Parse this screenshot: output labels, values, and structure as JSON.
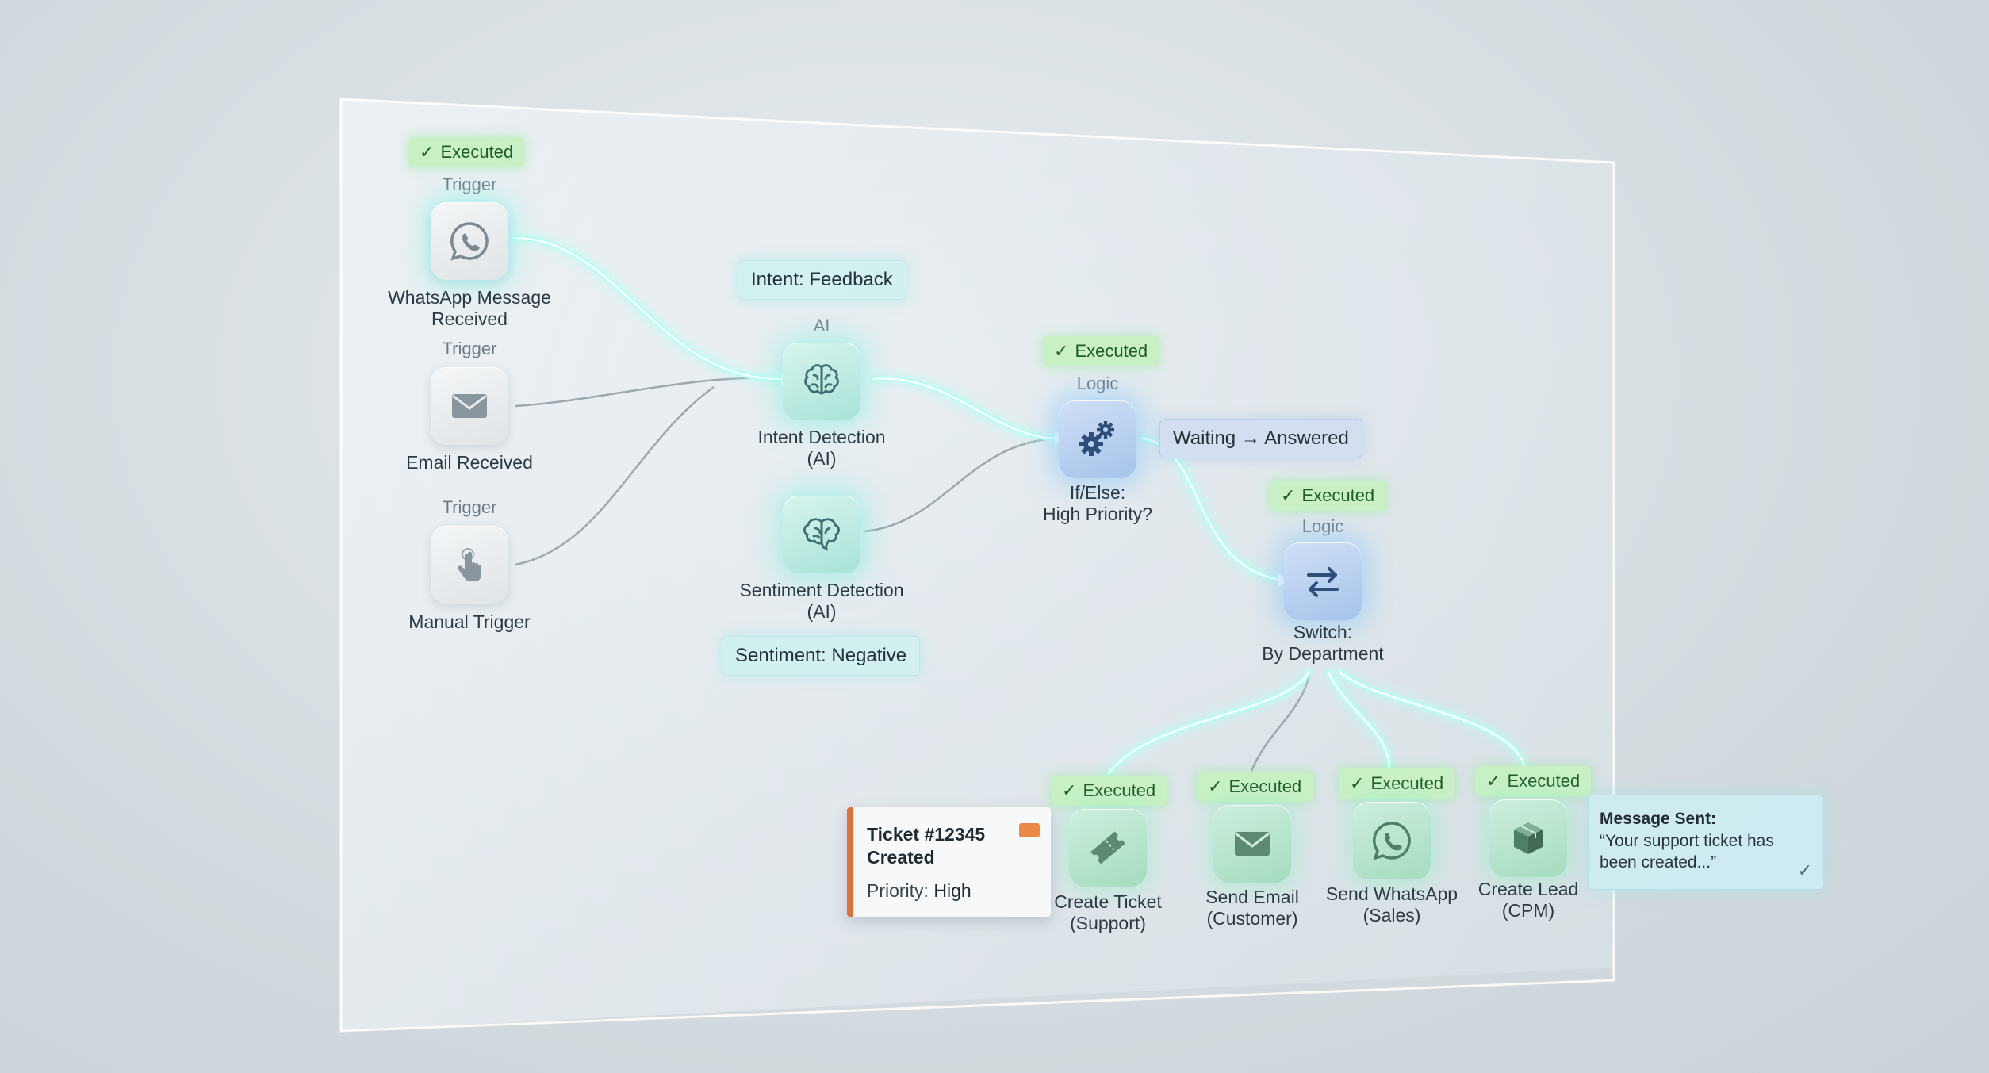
{
  "status_label": "Executed",
  "nodes": {
    "whatsapp_trigger": {
      "category": "Trigger",
      "label": "WhatsApp Message\nReceived",
      "icon": "whatsapp-icon"
    },
    "email_trigger": {
      "category": "Trigger",
      "label": "Email Received",
      "icon": "mail-icon"
    },
    "manual_trigger": {
      "category": "Trigger",
      "label": "Manual Trigger",
      "icon": "hand-pointer-icon"
    },
    "intent_detection": {
      "category": "AI",
      "label": "Intent Detection\n(AI)",
      "icon": "brain-icon"
    },
    "sentiment_detection": {
      "label": "Sentiment Detection\n(AI)",
      "icon": "brain-icon"
    },
    "if_else": {
      "category": "Logic",
      "label": "If/Else:\nHigh Priority?",
      "icon": "gears-icon"
    },
    "switch": {
      "category": "Logic",
      "label": "Switch:\nBy Department",
      "icon": "switch-arrows-icon"
    },
    "create_ticket": {
      "label": "Create Ticket\n(Support)",
      "icon": "ticket-icon"
    },
    "send_email": {
      "label": "Send Email\n(Customer)",
      "icon": "mail-icon"
    },
    "send_whatsapp": {
      "label": "Send WhatsApp\n(Sales)",
      "icon": "whatsapp-icon"
    },
    "create_lead": {
      "label": "Create Lead\n(CPM)",
      "icon": "box-icon"
    }
  },
  "annotations": {
    "intent": "Intent: Feedback",
    "sentiment": "Sentiment: Negative",
    "waiting": "Waiting → Answered"
  },
  "ticket_card": {
    "title": "Ticket #12345\nCreated",
    "priority_label": "Priority:",
    "priority_value": "High",
    "accent_color": "#e07038"
  },
  "message_card": {
    "title": "Message Sent:",
    "body": "“Your support ticket has\nbeen created...”"
  },
  "colors": {
    "executed_bg": "#c8f0c4",
    "ai_node": "#a9e3d8",
    "logic_node": "#a6c3ea",
    "action_node": "#a5dcc0",
    "active_link": "#a8fff0"
  }
}
